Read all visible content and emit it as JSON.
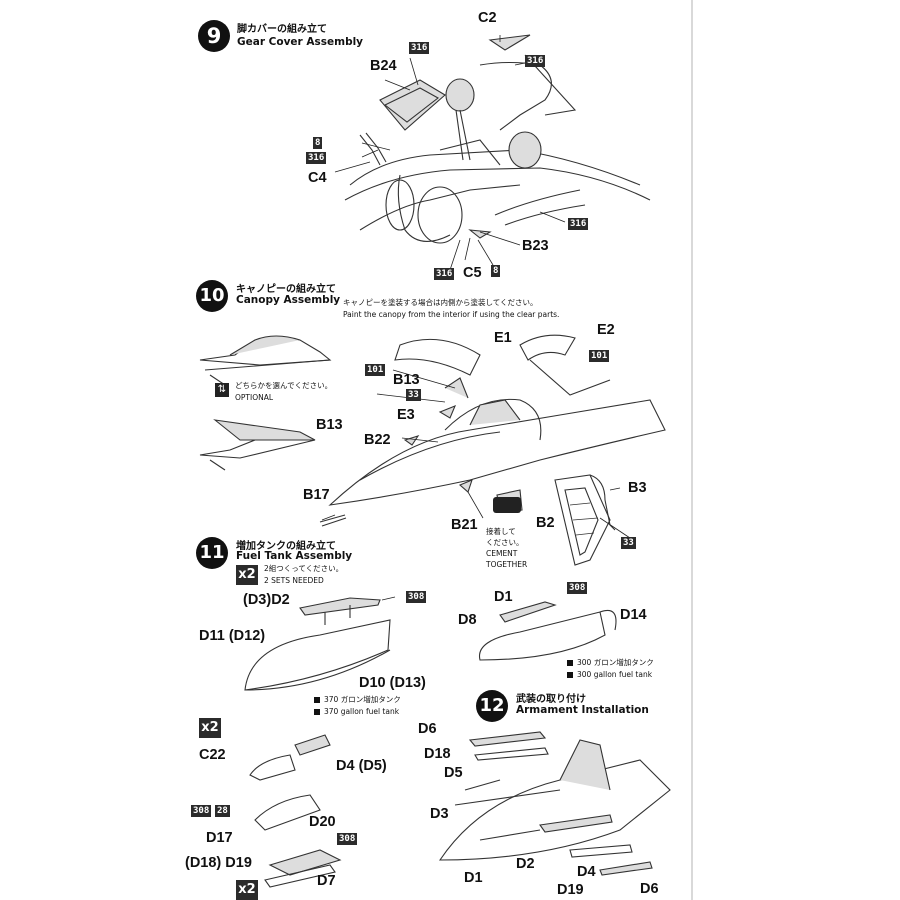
{
  "steps": [
    {
      "number": "9",
      "title_jp": "脚カバーの組み立て",
      "title_en": "Gear Cover Assembly"
    },
    {
      "number": "10",
      "title_jp": "キャノピーの組み立て",
      "title_en": "Canopy Assembly",
      "note_jp": "キャノピーを塗装する場合は内側から塗装してください。",
      "note_en": "Paint the canopy from the interior if using the clear parts."
    },
    {
      "number": "11",
      "title_jp": "増加タンクの組み立て",
      "title_en": "Fuel Tank Assembly",
      "sets_jp": "2組つくってください。",
      "sets_en": "2 SETS NEEDED"
    },
    {
      "number": "12",
      "title_jp": "武装の取り付け",
      "title_en": "Armament Installation"
    }
  ],
  "optional": {
    "jp": "どちらかを選んでください。",
    "en": "OPTIONAL"
  },
  "cement": {
    "jp1": "接着して",
    "jp2": "ください。",
    "en1": "CEMENT",
    "en2": "TOGETHER"
  },
  "tank_370": {
    "jp": "370 ガロン増加タンク",
    "en": "370 gallon fuel tank"
  },
  "tank_300": {
    "jp": "300 ガロン増加タンク",
    "en": "300 gallon fuel tank"
  },
  "multiplier": "x2",
  "color_codes": [
    "316",
    "8",
    "101",
    "33",
    "308",
    "28"
  ],
  "part_labels": {
    "c2": "C2",
    "b24": "B24",
    "c4": "C4",
    "b23": "B23",
    "c5": "C5",
    "e1": "E1",
    "e2": "E2",
    "b13": "B13",
    "e3": "E3",
    "b22": "B22",
    "b17": "B17",
    "b21": "B21",
    "b3": "B3",
    "b2": "B2",
    "d3d2": "(D3)D2",
    "d11d12": "D11 (D12)",
    "d10d13": "D10 (D13)",
    "d1": "D1",
    "d8": "D8",
    "d14": "D14",
    "c22": "C22",
    "d4d5": "D4 (D5)",
    "d17": "D17",
    "d20": "D20",
    "d18d19": "(D18) D19",
    "d7": "D7",
    "d6": "D6",
    "d18": "D18",
    "d5": "D5",
    "d3": "D3",
    "d2": "D2",
    "d4": "D4",
    "d19": "D19"
  }
}
